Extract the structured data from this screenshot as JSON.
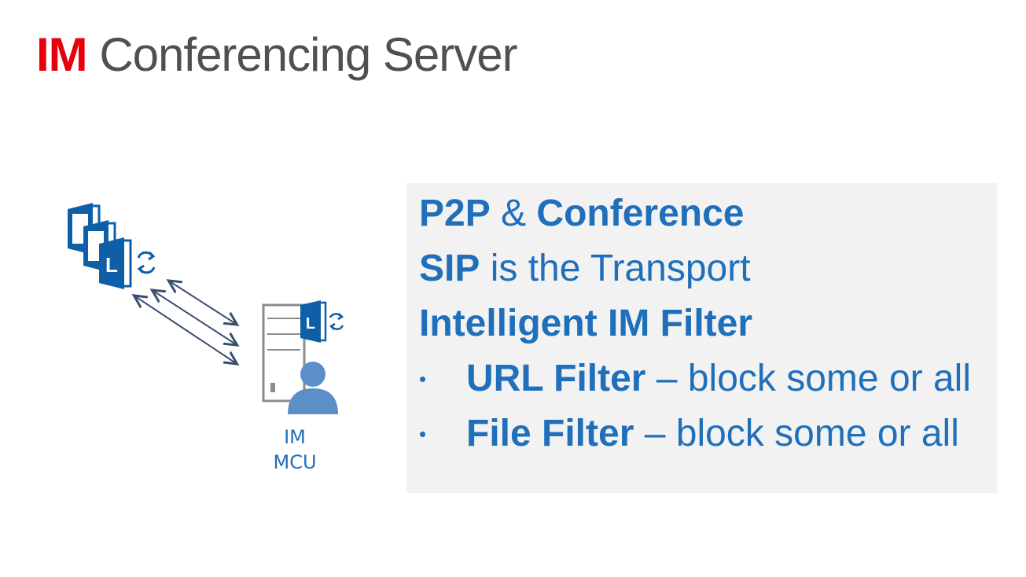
{
  "title": {
    "accent": "IM",
    "rest": " Conferencing Server"
  },
  "diagram": {
    "mcu_label_line1": "IM",
    "mcu_label_line2": "MCU"
  },
  "bullets": [
    {
      "bold": "P2P",
      "mid": " & ",
      "bold2": "Conference",
      "text": ""
    },
    {
      "bold": "SIP",
      "text": " is the Transport"
    },
    {
      "bold": "Intelligent IM Filter",
      "text": ""
    }
  ],
  "sub_bullets": [
    {
      "marker": "•",
      "bold": "URL Filter",
      "text": " – block some or all"
    },
    {
      "marker": "•",
      "bold": "File Filter",
      "text": " – block some or all"
    }
  ],
  "colors": {
    "accent": "#e8000b",
    "blue": "#1f6fba",
    "gray": "#505050",
    "icon_blue": "#0e5fa8"
  }
}
